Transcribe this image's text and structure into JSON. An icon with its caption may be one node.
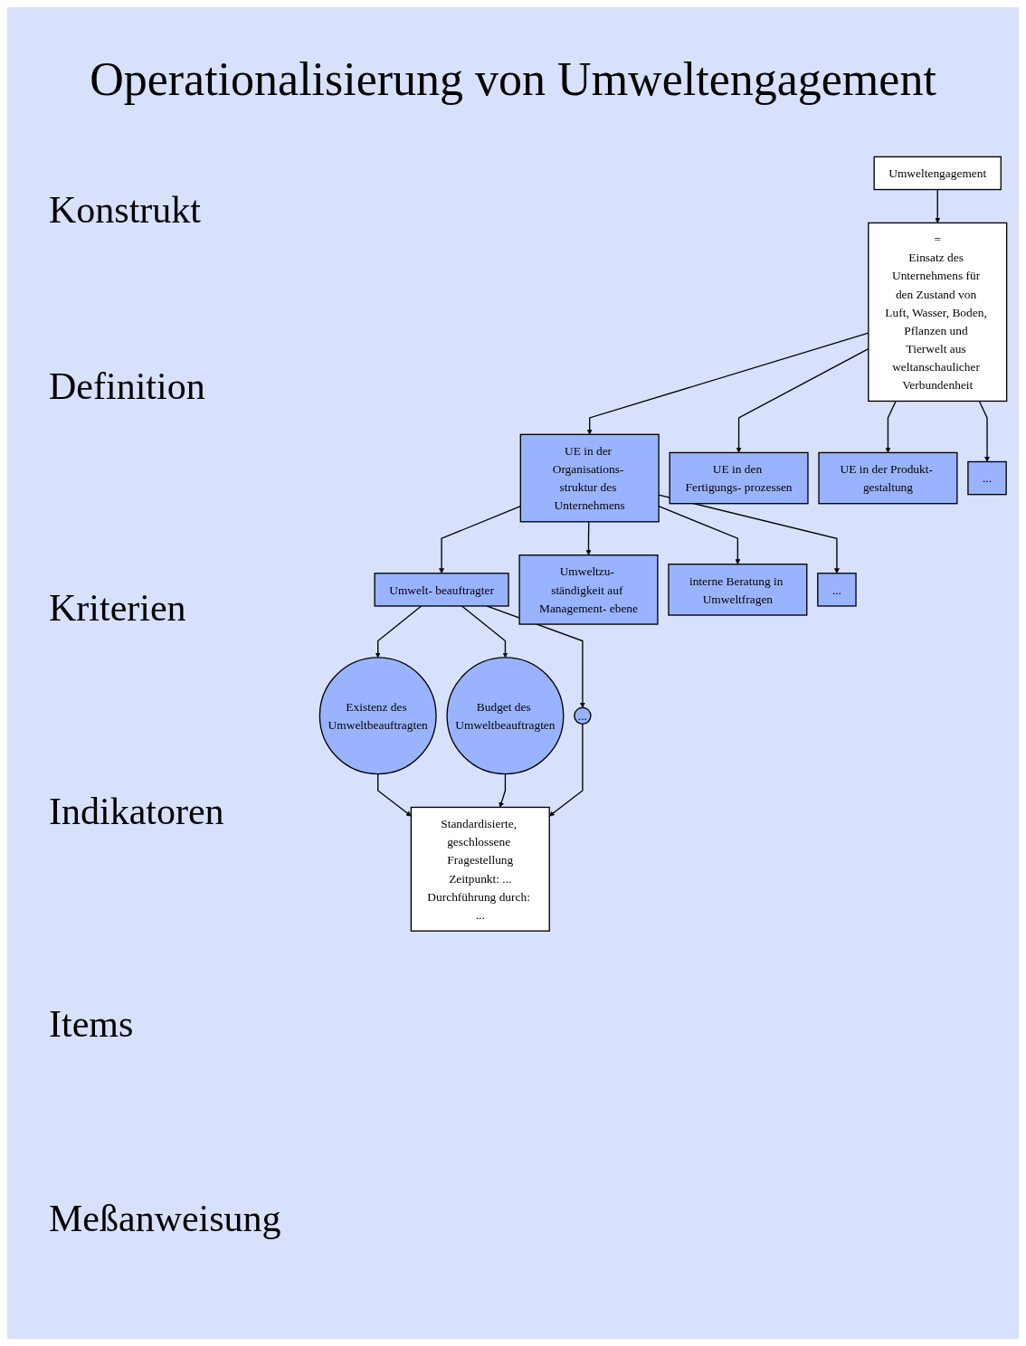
{
  "diagram": {
    "title": "Operationalisierung von Umweltengagement",
    "nodes": [
      {
        "text": [
          "Umweltengagement"
        ]
      },
      {
        "text": [
          "=",
          "Einsatz des Unternehmens für den Zustand von Luft, Wasser, Boden, Pflanzen und Tierwelt aus weltanschaulicher Verbundenheit"
        ]
      },
      {
        "text": [
          "UE in der Organisations- struktur des Unternehmens"
        ]
      },
      {
        "text": [
          "UE in den Fertigungs- prozessen"
        ]
      },
      {
        "text": [
          "UE in der Produkt- gestaltung"
        ]
      },
      {
        "text": [
          "..."
        ]
      },
      {
        "text": [
          "Umwelt- beauftragter"
        ]
      },
      {
        "text": [
          "Umweltzu- ständigkeit auf Management- ebene"
        ]
      },
      {
        "text": [
          "interne Beratung in Umweltfragen"
        ]
      },
      {
        "text": [
          "..."
        ]
      },
      {
        "text": [
          "Existenz des Umweltbeauftragten"
        ]
      },
      {
        "text": [
          "Budget des Umweltbeauftragten"
        ]
      },
      {
        "text": [
          "..."
        ]
      },
      {
        "text": [
          "Standardisierte, geschlossene Fragestellung",
          "Zeitpunkt: ...",
          "Durchführung durch: ..."
        ]
      }
    ],
    "edges": [
      {
        "from": 0,
        "to": 1,
        "arrow": "to"
      },
      {
        "from": 1,
        "to": 2,
        "arrow": "to"
      },
      {
        "from": 1,
        "to": 3,
        "arrow": "to"
      },
      {
        "from": 1,
        "to": 4,
        "arrow": "to"
      },
      {
        "from": 1,
        "to": 5,
        "arrow": "to"
      },
      {
        "from": 2,
        "to": 6,
        "arrow": "to"
      },
      {
        "from": 2,
        "to": 7,
        "arrow": "to"
      },
      {
        "from": 2,
        "to": 8,
        "arrow": "to"
      },
      {
        "from": 2,
        "to": 9,
        "arrow": "to"
      },
      {
        "from": 6,
        "to": 10,
        "arrow": "to"
      },
      {
        "from": 6,
        "to": 11,
        "arrow": "to"
      },
      {
        "from": 6,
        "to": 12,
        "arrow": "to"
      },
      {
        "from": 10,
        "to": 13,
        "arrow": "to"
      },
      {
        "from": 11,
        "to": 13,
        "arrow": "to"
      },
      {
        "from": 12,
        "to": 13,
        "arrow": "to"
      }
    ],
    "labels": [
      "Konstrukt",
      "Definition",
      "Kriterien",
      "Indikatoren",
      "Items",
      "Meßanweisung"
    ]
  }
}
